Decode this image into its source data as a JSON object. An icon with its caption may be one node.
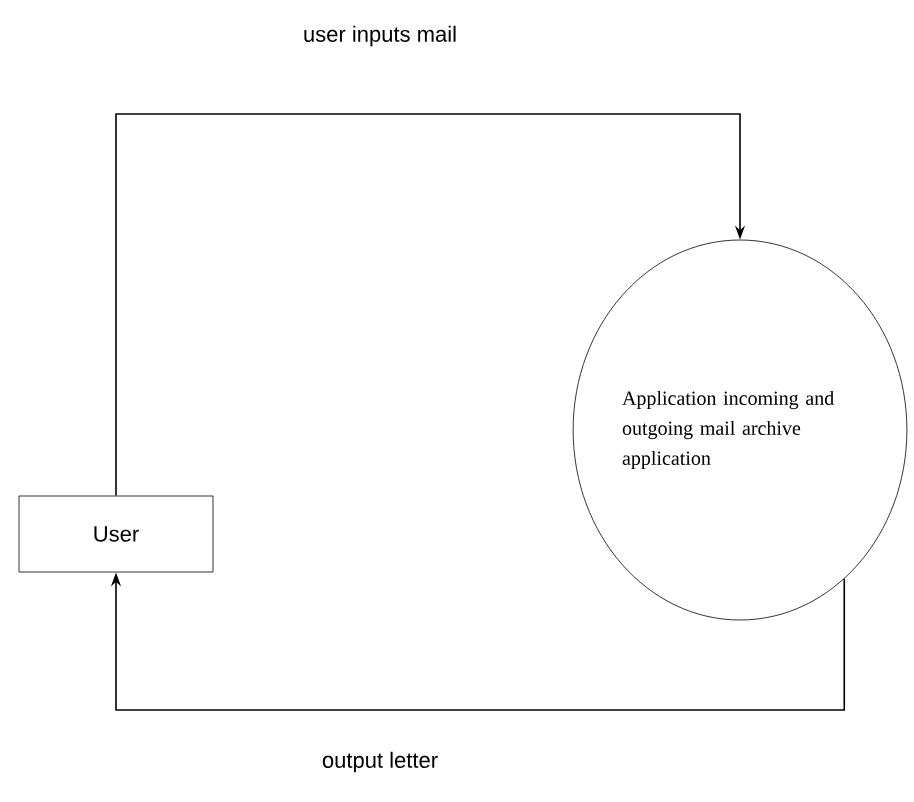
{
  "diagram": {
    "nodes": [
      {
        "text": [
          "User"
        ]
      },
      {
        "text": [
          "Application incoming and outgoing mail archive application"
        ]
      }
    ],
    "edges": [
      {
        "from": 0,
        "to": 1,
        "arrow": "to",
        "label": "user inputs mail"
      },
      {
        "from": 1,
        "to": 0,
        "arrow": "to",
        "label": "output letter"
      }
    ]
  }
}
